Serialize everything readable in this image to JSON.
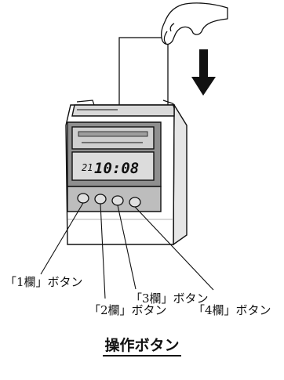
{
  "display": {
    "day": "21",
    "time": "10:08"
  },
  "buttons": [
    {
      "label": "「1欄」ボタン"
    },
    {
      "label": "「2欄」ボタン"
    },
    {
      "label": "「3欄」ボタン"
    },
    {
      "label": "「4欄」ボタン"
    }
  ],
  "caption": "操作ボタン"
}
